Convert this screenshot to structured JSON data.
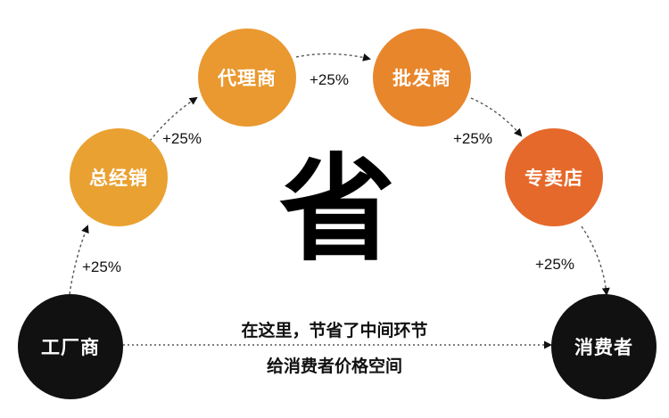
{
  "center_char": "省",
  "nodes": {
    "factory": "工厂商",
    "general": "总经销",
    "agent": "代理商",
    "wholesale": "批发商",
    "shop": "专卖店",
    "consumer": "消费者"
  },
  "markup": "+25%",
  "caption": {
    "line1": "在这里，节省了中间环节",
    "line2": "给消费者价格空间"
  },
  "colors": {
    "black_node": "#111111",
    "yellow_orange": "#e9a131",
    "orange": "#e8882d",
    "red_orange": "#e5692a"
  }
}
